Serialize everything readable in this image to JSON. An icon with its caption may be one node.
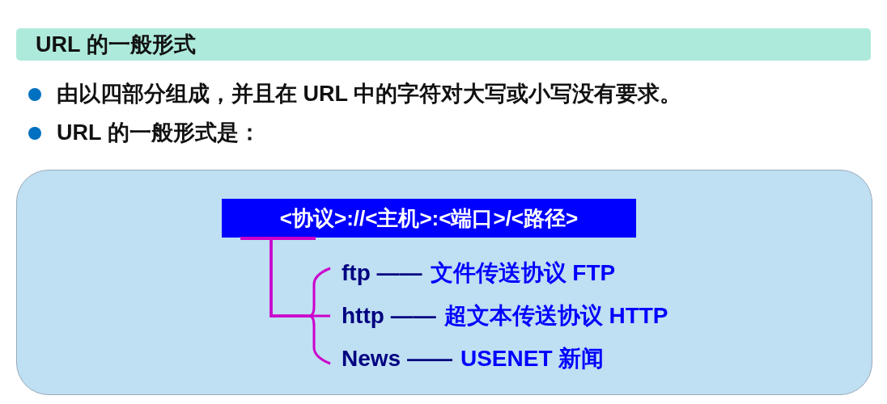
{
  "diagram": {
    "title": "URL 的一般形式",
    "nodes": [
      {
        "text": [
          "<协议>://<主机>:<端口>/<路径>"
        ]
      },
      {
        "text": [
          "ftp ——",
          "文件传送协议 FTP"
        ]
      },
      {
        "text": [
          "http ——",
          "超文本传送协议 HTTP"
        ]
      },
      {
        "text": [
          "News ——",
          "USENET 新闻"
        ]
      }
    ],
    "edges": [
      {
        "from": 0,
        "to": 1,
        "arrow": "none"
      },
      {
        "from": 0,
        "to": 2,
        "arrow": "none"
      },
      {
        "from": 0,
        "to": 3,
        "arrow": "none"
      }
    ],
    "labels": [
      "由以四部分组成，并且在 URL 中的字符对大写或小写没有要求。",
      "URL 的一般形式是："
    ]
  }
}
